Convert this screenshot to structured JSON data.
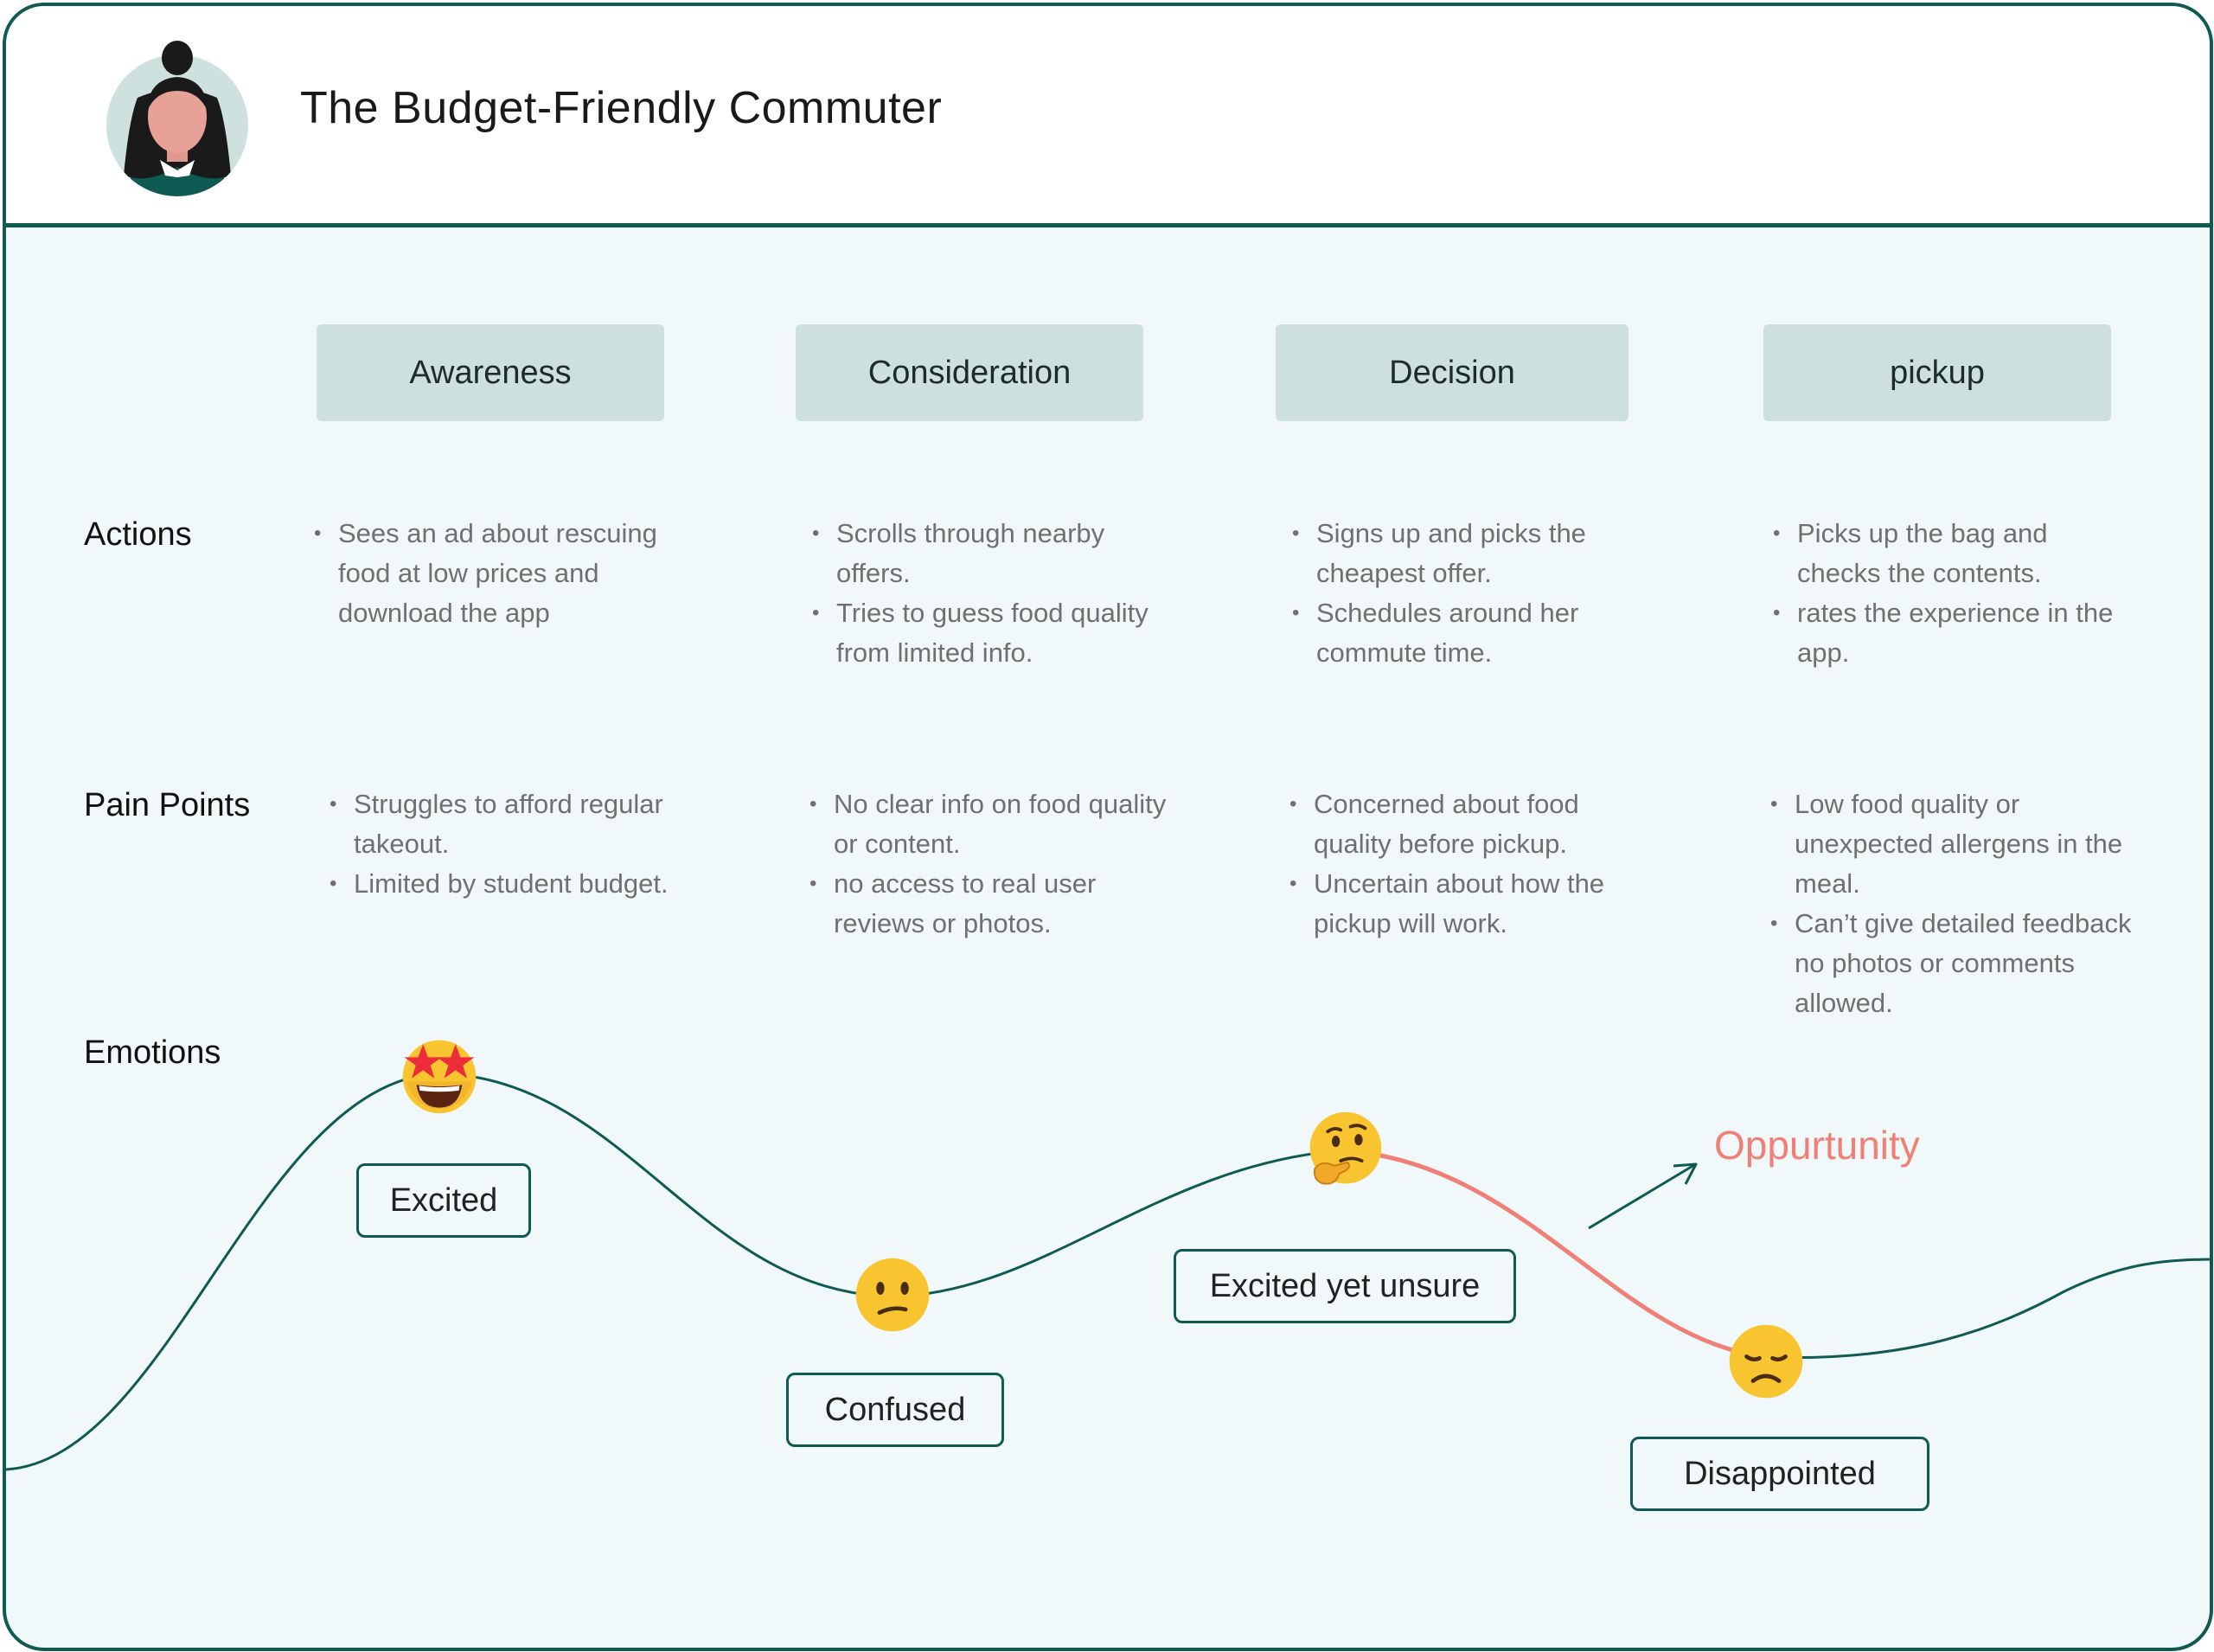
{
  "header": {
    "title": "The Budget-Friendly Commuter",
    "avatar_icon": "woman-avatar-icon"
  },
  "stages": [
    "Awareness",
    "Consideration",
    "Decision",
    "pickup"
  ],
  "row_labels": {
    "actions": "Actions",
    "pain_points": "Pain Points",
    "emotions": "Emotions"
  },
  "actions": [
    [
      "Sees an ad about rescuing food at low prices and download the app"
    ],
    [
      "Scrolls through nearby offers.",
      "Tries to guess food quality from limited info."
    ],
    [
      "Signs up and picks the cheapest offer.",
      "Schedules around her commute time."
    ],
    [
      "Picks up the bag and checks the contents.",
      "rates the experience in the app."
    ]
  ],
  "pain_points": [
    [
      "Struggles to afford regular takeout.",
      "Limited by student budget."
    ],
    [
      "No clear info on food quality or content.",
      "no access to real user reviews or photos."
    ],
    [
      "Concerned about food quality before pickup.",
      "Uncertain about how the pickup will work."
    ],
    [
      "Low food quality or unexpected allergens in the meal.",
      "Can’t give detailed feedback no photos or comments allowed."
    ]
  ],
  "emotions": [
    {
      "label": "Excited",
      "icon": "star-struck-emoji-icon"
    },
    {
      "label": "Confused",
      "icon": "confused-face-emoji-icon"
    },
    {
      "label": "Excited yet unsure",
      "icon": "thinking-face-emoji-icon"
    },
    {
      "label": "Disappointed",
      "icon": "disappointed-face-emoji-icon"
    }
  ],
  "opportunity": {
    "label": "Oppurtunity",
    "color": "#f07f77"
  },
  "colors": {
    "accent": "#0f5a52",
    "stage_bg": "#cde0dd",
    "card_bg": "#f1f8f9",
    "highlight": "#f07f77"
  }
}
